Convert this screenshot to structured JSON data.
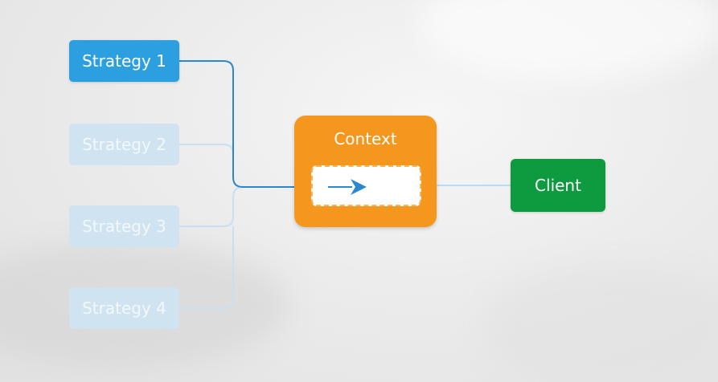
{
  "strategies": [
    {
      "label": "Strategy 1",
      "state": "active"
    },
    {
      "label": "Strategy 2",
      "state": "faded"
    },
    {
      "label": "Strategy 3",
      "state": "faded"
    },
    {
      "label": "Strategy 4",
      "state": "faded"
    }
  ],
  "context": {
    "label": "Context"
  },
  "client": {
    "label": "Client"
  },
  "colors": {
    "strategy_active": "#2b9fe0",
    "strategy_faded": "#cfe3f1",
    "context": "#f5961d",
    "client": "#0e9a3f",
    "connector_active": "#2b88d0",
    "connector_faded": "#c9dff0"
  }
}
